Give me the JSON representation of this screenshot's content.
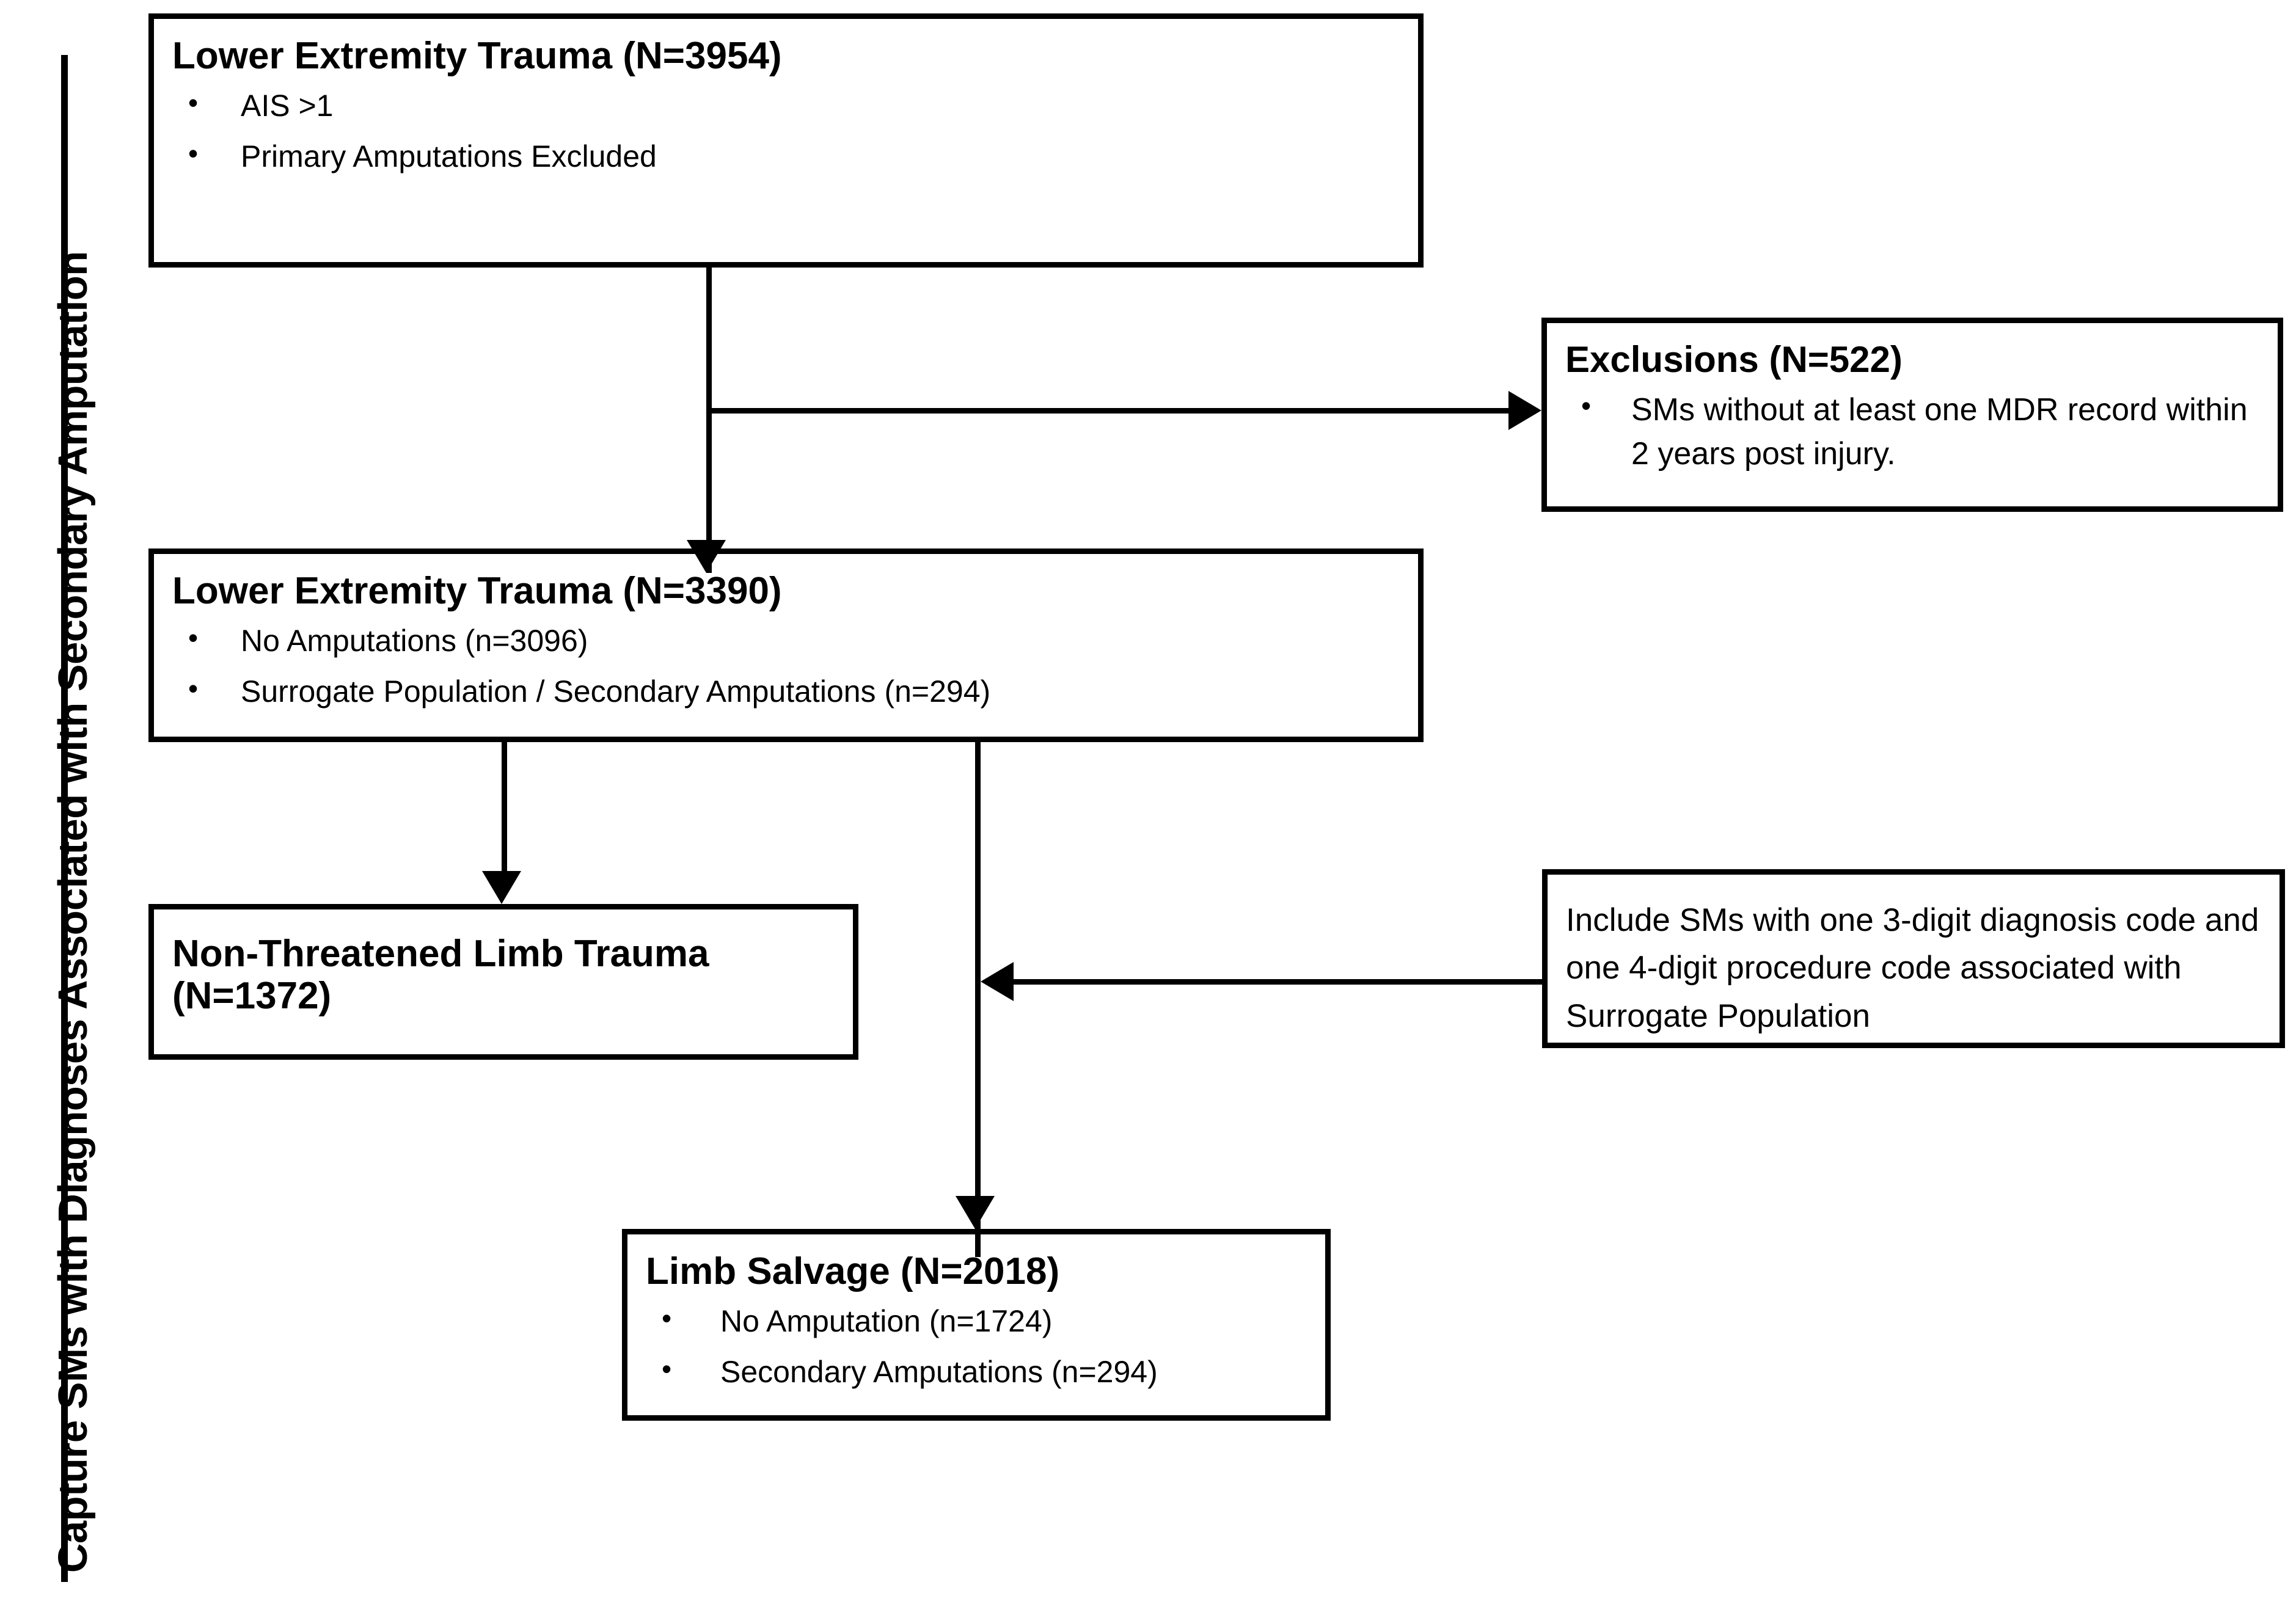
{
  "figure": {
    "side_label": "Capture SMs with Diagnoses Associated with Secondary Amputation",
    "accent_color": "#000000",
    "background_color": "#ffffff"
  },
  "nodes": {
    "lower_extremity_1": {
      "title": "Lower Extremity Trauma (N=3954)",
      "bullets": [
        "AIS >1",
        "Primary Amputations Excluded"
      ]
    },
    "exclusions": {
      "title": "Exclusions (N=522)",
      "bullets": [
        "SMs without at least one MDR record within 2 years post injury."
      ]
    },
    "lower_extremity_2": {
      "title": "Lower Extremity Trauma (N=3390)",
      "bullets": [
        "No Amputations (n=3096)",
        "Surrogate Population / Secondary Amputations (n=294)"
      ]
    },
    "non_threatened": {
      "title": "Non-Threatened Limb Trauma\n(N=1372)"
    },
    "include_sms": {
      "text": "Include SMs with one 3-digit diagnosis code and one 4-digit procedure code associated with Surrogate Population"
    },
    "limb_salvage": {
      "title": "Limb Salvage (N=2018)",
      "bullets": [
        "No Amputation (n=1724)",
        "Secondary Amputations (n=294)"
      ]
    }
  },
  "chart_data": {
    "type": "diagram",
    "subtype": "flowchart-consort",
    "title": "Capture SMs with Diagnoses Associated with Secondary Amputation",
    "nodes": [
      {
        "id": "lower_extremity_1",
        "label": "Lower Extremity Trauma",
        "n": 3954,
        "details": [
          "AIS >1",
          "Primary Amputations Excluded"
        ]
      },
      {
        "id": "exclusions",
        "label": "Exclusions",
        "n": 522,
        "details": [
          "SMs without at least one MDR record within 2 years post injury."
        ]
      },
      {
        "id": "lower_extremity_2",
        "label": "Lower Extremity Trauma",
        "n": 3390,
        "details": [
          "No Amputations (n=3096)",
          "Surrogate Population / Secondary Amputations (n=294)"
        ],
        "subcounts": {
          "no_amputations": 3096,
          "surrogate_population_secondary_amputations": 294
        }
      },
      {
        "id": "non_threatened",
        "label": "Non-Threatened Limb Trauma",
        "n": 1372,
        "details": []
      },
      {
        "id": "include_sms",
        "label": "Include SMs with one 3-digit diagnosis code and one 4-digit procedure code associated with Surrogate Population",
        "n": null,
        "details": []
      },
      {
        "id": "limb_salvage",
        "label": "Limb Salvage",
        "n": 2018,
        "details": [
          "No Amputation (n=1724)",
          "Secondary Amputations (n=294)"
        ],
        "subcounts": {
          "no_amputation": 1724,
          "secondary_amputations": 294
        }
      }
    ],
    "edges": [
      {
        "from": "lower_extremity_1",
        "to": "lower_extremity_2",
        "direction": "down"
      },
      {
        "from": "lower_extremity_1",
        "to": "exclusions",
        "direction": "right"
      },
      {
        "from": "lower_extremity_2",
        "to": "non_threatened",
        "direction": "down"
      },
      {
        "from": "lower_extremity_2",
        "to": "limb_salvage",
        "direction": "down"
      },
      {
        "from": "include_sms",
        "to": "limb_salvage",
        "direction": "left"
      }
    ]
  }
}
